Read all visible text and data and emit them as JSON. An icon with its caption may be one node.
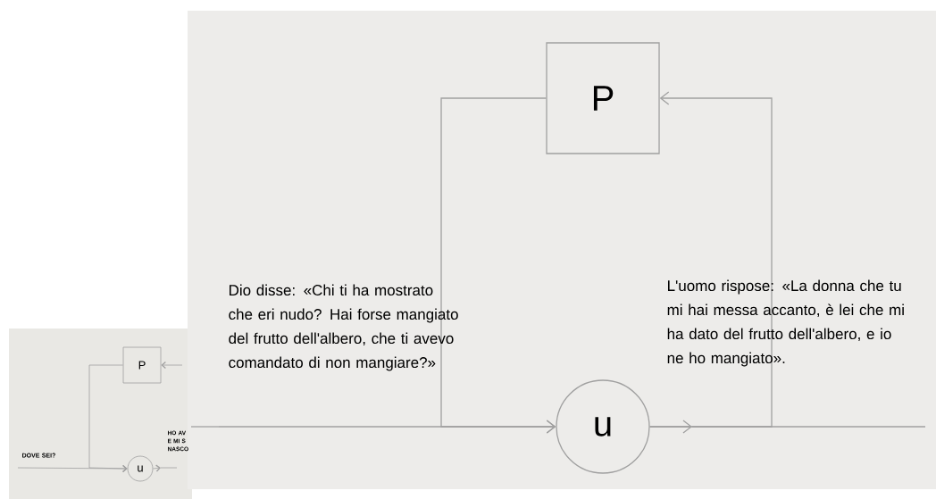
{
  "diagram": {
    "nodes": [
      {
        "text": [
          "P"
        ]
      },
      {
        "text": [
          "u"
        ]
      },
      {
        "text": [
          "P"
        ]
      },
      {
        "text": [
          "u"
        ]
      }
    ],
    "edges": [
      {
        "from": null,
        "to": 1,
        "arrow": "to"
      },
      {
        "from": 1,
        "to": null,
        "arrow": "to"
      },
      {
        "from": 1,
        "to": 0,
        "arrow": "to"
      },
      {
        "from": 0,
        "to": 1,
        "arrow": "to"
      },
      {
        "from": null,
        "to": 3,
        "arrow": "to"
      },
      {
        "from": 3,
        "to": null,
        "arrow": "to"
      },
      {
        "from": null,
        "to": 2,
        "arrow": "to"
      },
      {
        "from": 2,
        "to": 3,
        "arrow": "to"
      }
    ],
    "labels": [
      "Dio disse: «Chi ti ha mostrato che eri nudo? Hai forse mangiato del frutto dell'albero, che ti avevo comandato di non mangiare?»",
      "L'uomo rispose: «La donna che tu mi hai messa accanto, è lei che mi ha dato del frutto dell'albero, e io ne ho mangiato».",
      "DOVE SEI?",
      "HO AV",
      "E MI S",
      "NASCO"
    ]
  }
}
